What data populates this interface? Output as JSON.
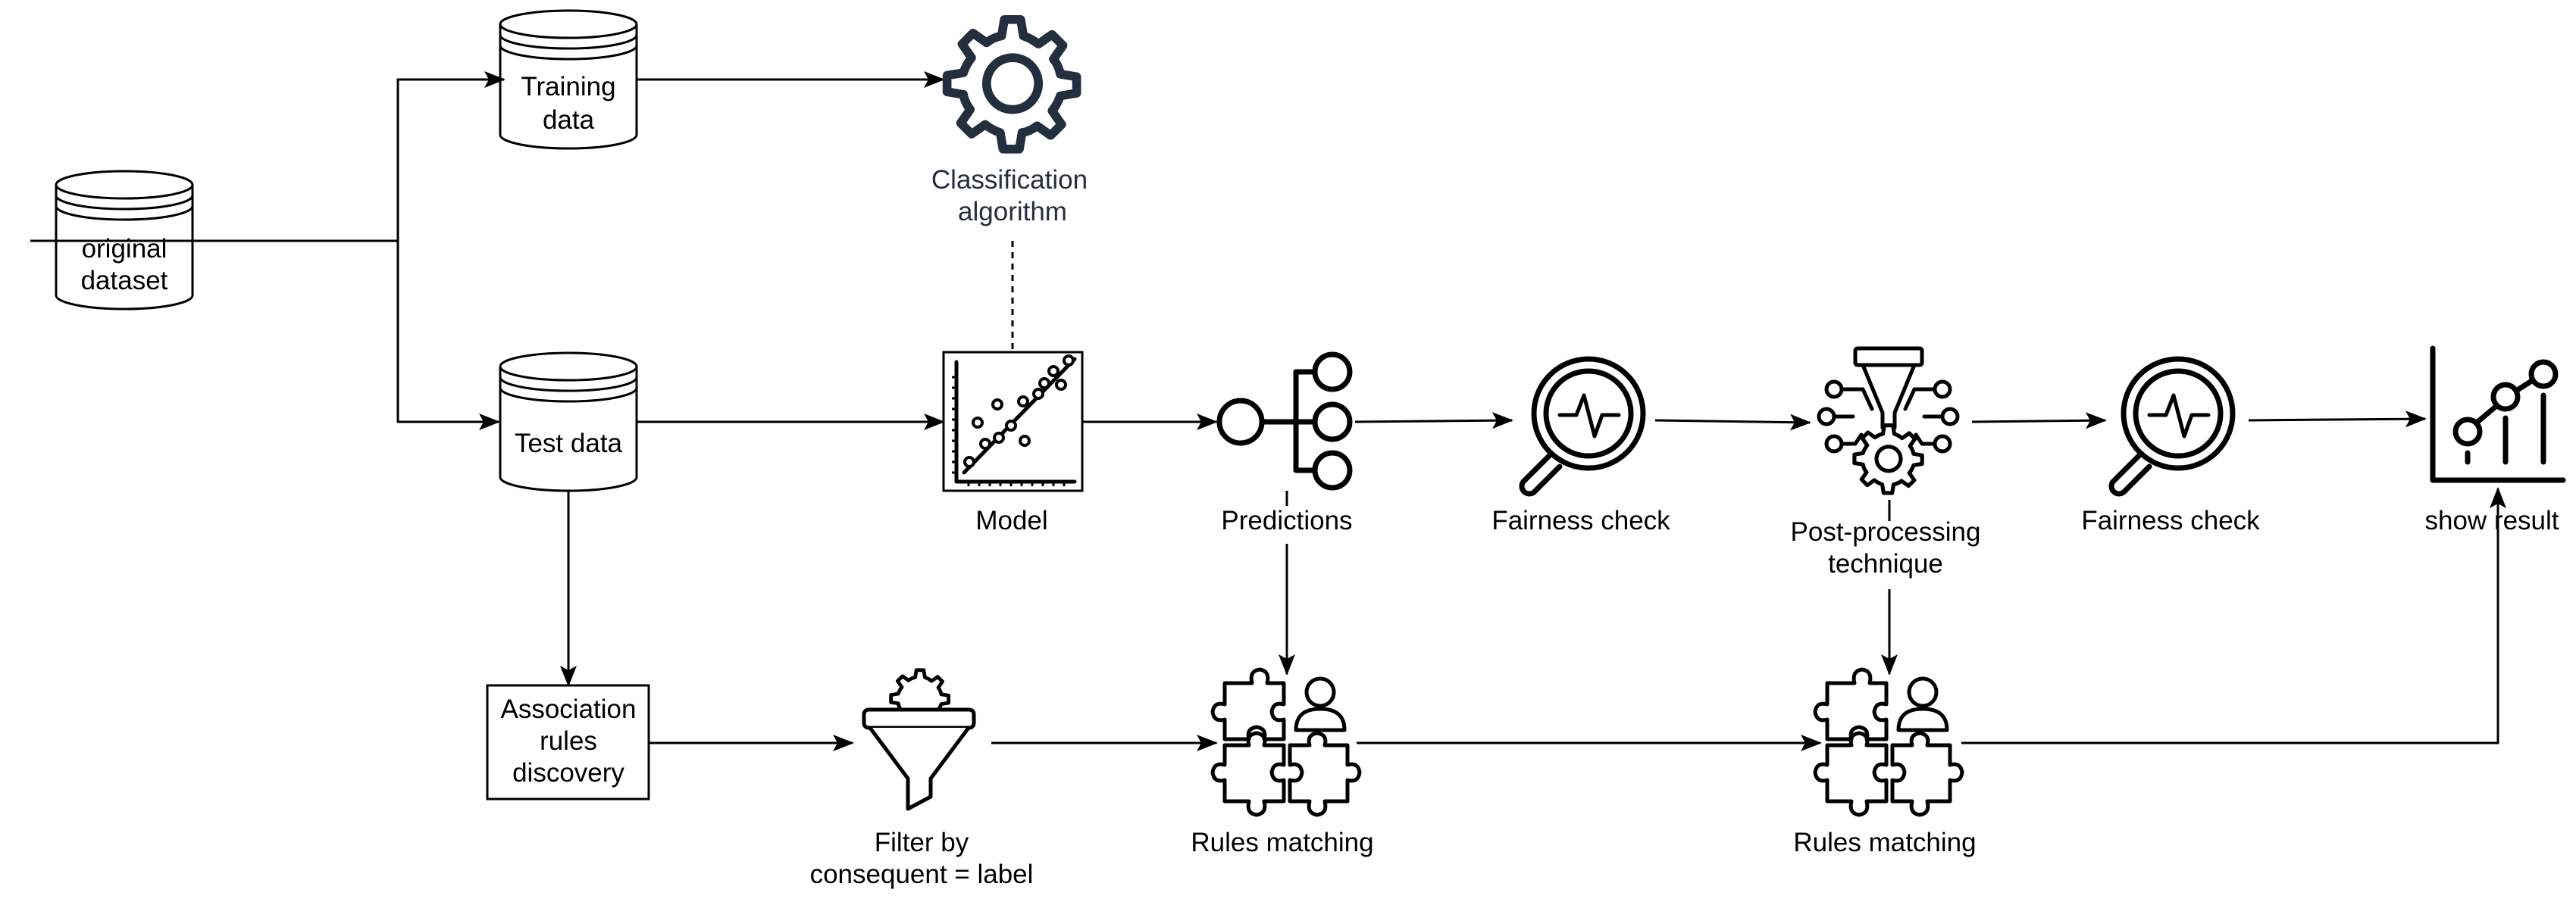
{
  "nodes": {
    "original_dataset": [
      "original",
      "dataset"
    ],
    "training_data": [
      "Training",
      "data"
    ],
    "test_data": [
      "Test data"
    ],
    "classification_algorithm": [
      "Classification",
      "algorithm"
    ],
    "model": [
      "Model"
    ],
    "predictions": [
      "Predictions"
    ],
    "fairness_check_1": [
      "Fairness check"
    ],
    "post_processing": [
      "Post-processing",
      "technique"
    ],
    "fairness_check_2": [
      "Fairness check"
    ],
    "show_result": [
      "show result"
    ],
    "association_rules": [
      "Association",
      "rules",
      "discovery"
    ],
    "filter": [
      "Filter by",
      "consequent = label"
    ],
    "rules_matching_1": [
      "Rules matching"
    ],
    "rules_matching_2": [
      "Rules matching"
    ]
  },
  "icons": {
    "original_dataset": "database-icon",
    "training_data": "database-icon",
    "test_data": "database-icon",
    "classification_algorithm": "gear-icon",
    "model": "scatter-plot-icon",
    "predictions": "tree-icon",
    "fairness_check": "magnifier-pulse-icon",
    "post_processing": "funnel-gear-icon",
    "filter": "funnel-gear-icon",
    "rules_matching": "puzzle-user-icon",
    "show_result": "line-chart-icon"
  },
  "colors": {
    "line": "#000000",
    "gear": "#232F3E",
    "background": "#ffffff"
  }
}
